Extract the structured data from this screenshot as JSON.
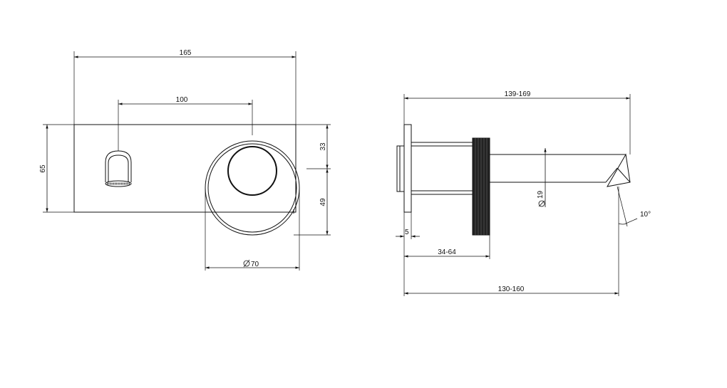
{
  "front_view": {
    "width": "165",
    "handle_spacing": "100",
    "height": "65",
    "upper_offset": "33",
    "lower_offset": "49",
    "diameter": "70"
  },
  "side_view": {
    "projection_overall": "139-169",
    "projection_spout": "130-160",
    "wall_depth": "34-64",
    "plate": "5",
    "spout_diameter": "19",
    "angle": "10°"
  }
}
